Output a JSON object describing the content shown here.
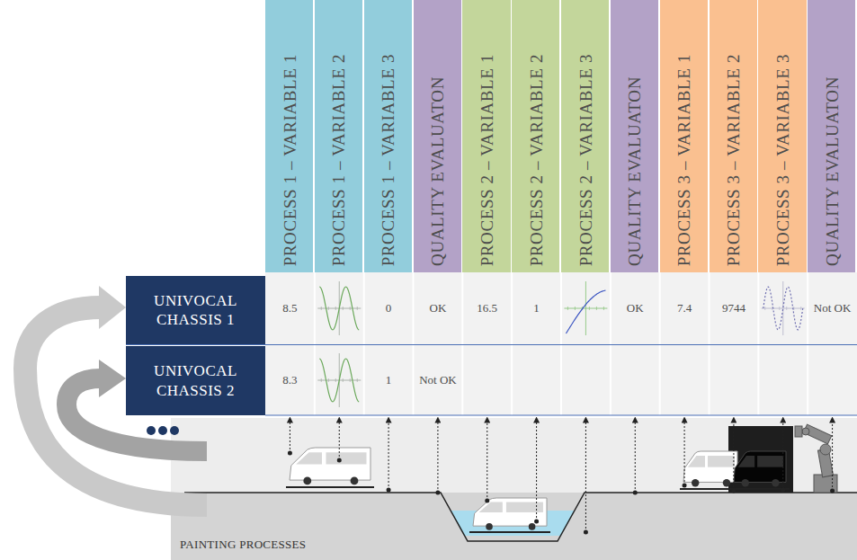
{
  "diagram": {
    "nodes": [
      {
        "text": [
          "PROCESS 1 – VARIABLE 1"
        ]
      },
      {
        "text": [
          "PROCESS 1 – VARIABLE 2"
        ]
      },
      {
        "text": [
          "PROCESS 1 – VARIABLE 3"
        ]
      },
      {
        "text": [
          "QUALITY EVALUATON"
        ]
      },
      {
        "text": [
          "PROCESS 2 – VARIABLE 1"
        ]
      },
      {
        "text": [
          "PROCESS 2 – VARIABLE 2"
        ]
      },
      {
        "text": [
          "PROCESS 2 – VARIABLE 3"
        ]
      },
      {
        "text": [
          "QUALITY EVALUATON"
        ]
      },
      {
        "text": [
          "PROCESS 3 – VARIABLE 1"
        ]
      },
      {
        "text": [
          "PROCESS 3 – VARIABLE 2"
        ]
      },
      {
        "text": [
          "PROCESS 3 – VARIABLE 3"
        ]
      },
      {
        "text": [
          "QUALITY EVALUATON"
        ]
      },
      {
        "text": [
          "UNIVOCAL CHASSIS 1"
        ]
      },
      {
        "text": [
          "UNIVOCAL CHASSIS 2"
        ]
      }
    ],
    "labels": [
      "8.5",
      "0",
      "OK",
      "16.5",
      "1",
      "OK",
      "7.4",
      "9744",
      "Not OK",
      "8.3",
      "1",
      "Not OK",
      "PAINTING PROCESSES"
    ]
  }
}
